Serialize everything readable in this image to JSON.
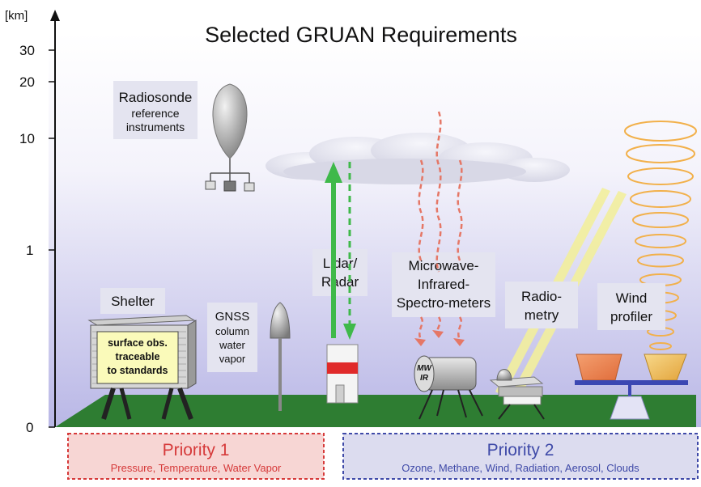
{
  "title": "Selected GRUAN Requirements",
  "axis": {
    "unit": "[km]",
    "ticks": [
      "30",
      "20",
      "10",
      "1",
      "0"
    ]
  },
  "radiosonde": {
    "title": "Radiosonde",
    "lines": [
      "reference",
      "instruments"
    ]
  },
  "shelter": {
    "title": "Shelter",
    "panel_lines": [
      "surface obs.",
      "traceable",
      "to standards"
    ]
  },
  "gnss": {
    "lines": [
      "GNSS",
      "column",
      "water",
      "vapor"
    ]
  },
  "lidar": {
    "lines": [
      "Lidar/",
      "Radar"
    ]
  },
  "microwave": {
    "lines": [
      "Microwave-",
      "Infrared-",
      "Spectro-meters"
    ],
    "device_lines": [
      "MW",
      "IR"
    ]
  },
  "radiometry": {
    "lines": [
      "Radio-",
      "metry"
    ]
  },
  "wind": {
    "lines": [
      "Wind",
      "profiler"
    ]
  },
  "priority1": {
    "title": "Priority 1",
    "subtitle": "Pressure, Temperature, Water Vapor",
    "color": "#d63a3a"
  },
  "priority2": {
    "title": "Priority 2",
    "subtitle": "Ozone, Methane, Wind, Radiation, Aerosol, Clouds",
    "color": "#3f4aa8"
  },
  "colors": {
    "ground": "#2e7d32",
    "sky_bottom": "#b9b7e6",
    "label_box": "#e4e4f0",
    "lidar_arrow": "#3fb94a",
    "dashed_wave": "#e57766",
    "sun_ray": "#f2ee9c",
    "wind_ring": "#f2b04a"
  }
}
